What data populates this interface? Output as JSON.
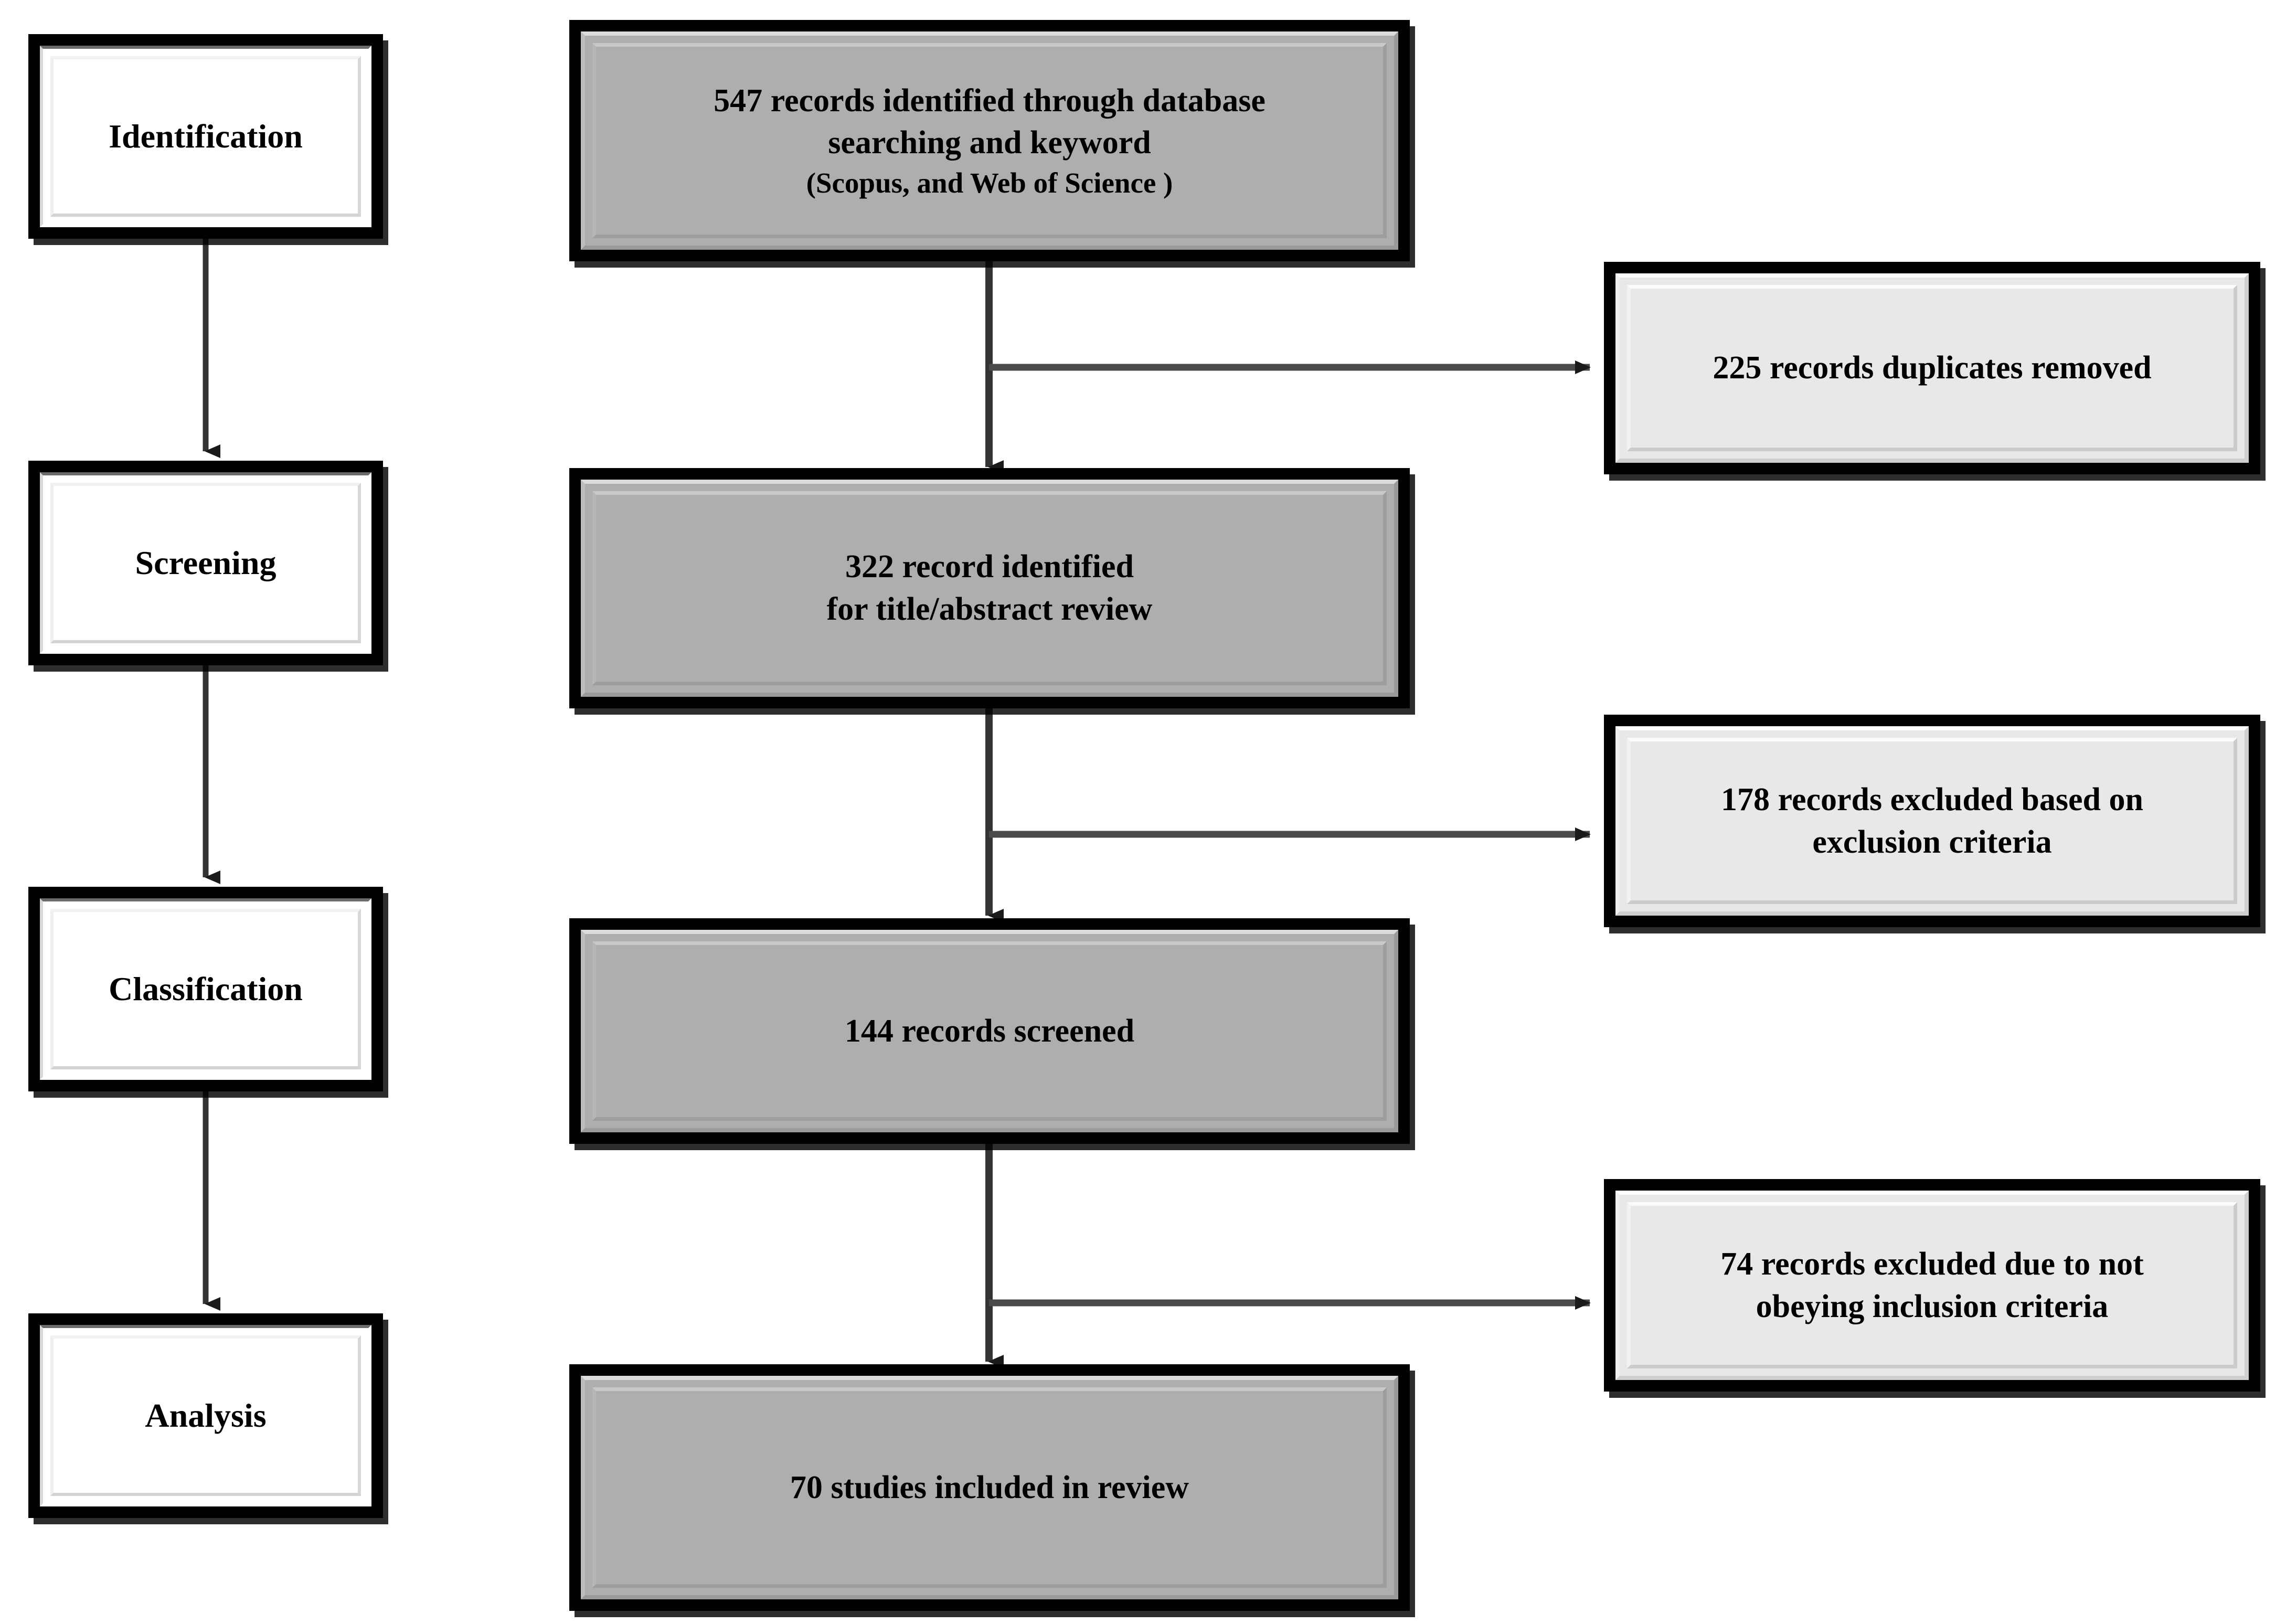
{
  "diagram": {
    "title": "PRISMA study selection flow diagram",
    "colors": {
      "border": "#000000",
      "stage_box_fill": "#ffffff",
      "main_box_fill": "#aeaeae",
      "excluded_box_fill": "#e8e8e8",
      "connector": "#333333",
      "text": "#000000"
    }
  },
  "stages": [
    {
      "id": "identification",
      "label": "Identification"
    },
    {
      "id": "screening",
      "label": "Screening"
    },
    {
      "id": "classification",
      "label": "Classification"
    },
    {
      "id": "analysis",
      "label": "Analysis"
    }
  ],
  "flow": [
    {
      "id": "identified",
      "line1": "547 records identified through database",
      "line2": "searching and keyword",
      "line3": "(Scopus, and Web of Science )",
      "count": 547
    },
    {
      "id": "title-abstract",
      "line1": "322 record identified",
      "line2": "for title/abstract review",
      "count": 322
    },
    {
      "id": "screened",
      "line1": "144 records screened",
      "count": 144
    },
    {
      "id": "included",
      "line1": "70 studies included in review",
      "count": 70
    }
  ],
  "excluded": [
    {
      "id": "duplicates",
      "line1": "225 records duplicates removed",
      "count": 225
    },
    {
      "id": "exclusion-criteria",
      "line1": "178 records excluded based on",
      "line2": "exclusion criteria",
      "count": 178
    },
    {
      "id": "inclusion-criteria",
      "line1": "74 records excluded due to not",
      "line2": "obeying inclusion criteria",
      "count": 74
    }
  ]
}
